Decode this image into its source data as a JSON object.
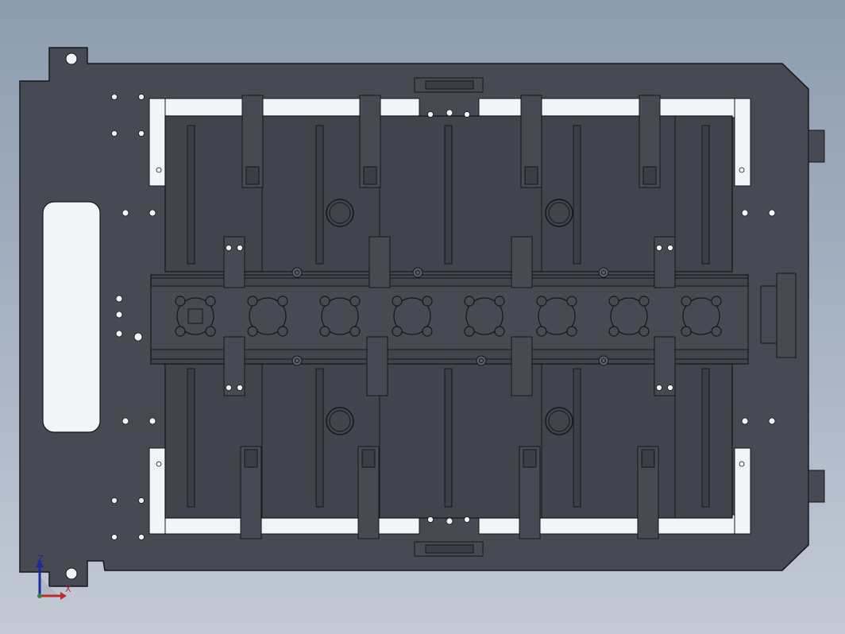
{
  "viewport": {
    "background_top": "#8d9cb0",
    "background_bottom": "#c3cad6"
  },
  "model": {
    "plate_color": "#474a53",
    "edge_color": "#15171b",
    "part_color": "#41444d",
    "hole_color": "#f2f4f7",
    "seat_count": 8
  },
  "triad": {
    "z_label": "Z",
    "x_label": "X",
    "z_color": "#1a2a9a",
    "x_color": "#c0282a"
  }
}
